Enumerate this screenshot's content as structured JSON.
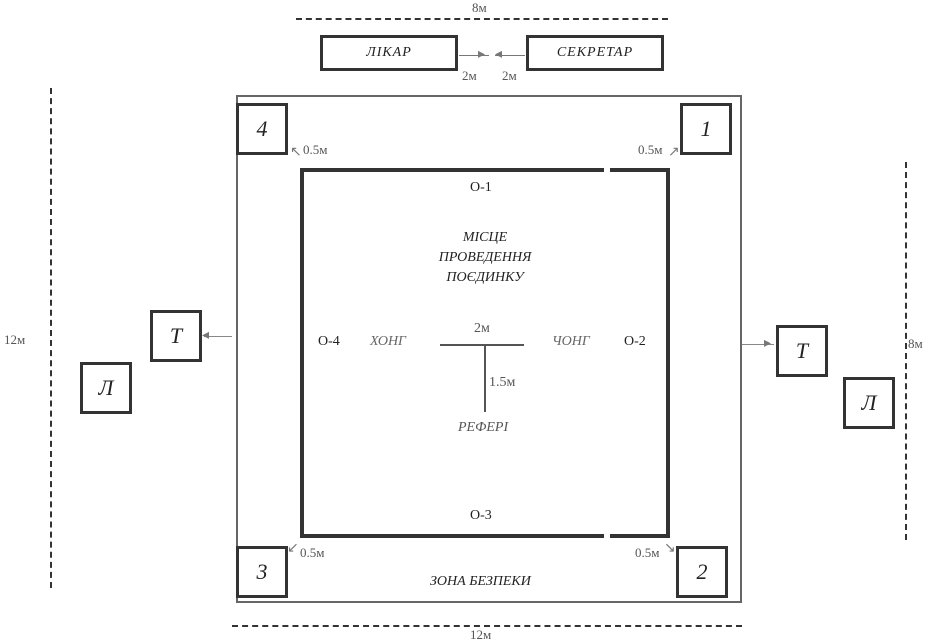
{
  "dimensions": {
    "top_width": "8м",
    "left_height": "12м",
    "right_height": "8м",
    "bottom_width": "12м"
  },
  "officials": {
    "doctor": "ЛІКАР",
    "secretary": "СЕКРЕТАР",
    "doctor_gap": "2м",
    "secretary_gap": "2м"
  },
  "judges": {
    "j1": "1",
    "j2": "2",
    "j3": "3",
    "j4": "4",
    "offset": "0.5м"
  },
  "arena": {
    "title_line1": "МІСЦЕ",
    "title_line2": "ПРОВЕДЕННЯ",
    "title_line3": "ПОЄДИНКУ",
    "o1": "О-1",
    "o2": "О-2",
    "o3": "О-3",
    "o4": "О-4",
    "hong": "ХОНГ",
    "chong": "ЧОНГ",
    "center_width": "2м",
    "center_depth": "1.5м",
    "referee": "РЕФЕРІ"
  },
  "safety_zone": "ЗОНА БЕЗПЕКИ",
  "coaches": {
    "left_coach": "Т",
    "left_doctor": "Л",
    "right_coach": "Т",
    "right_doctor": "Л"
  }
}
